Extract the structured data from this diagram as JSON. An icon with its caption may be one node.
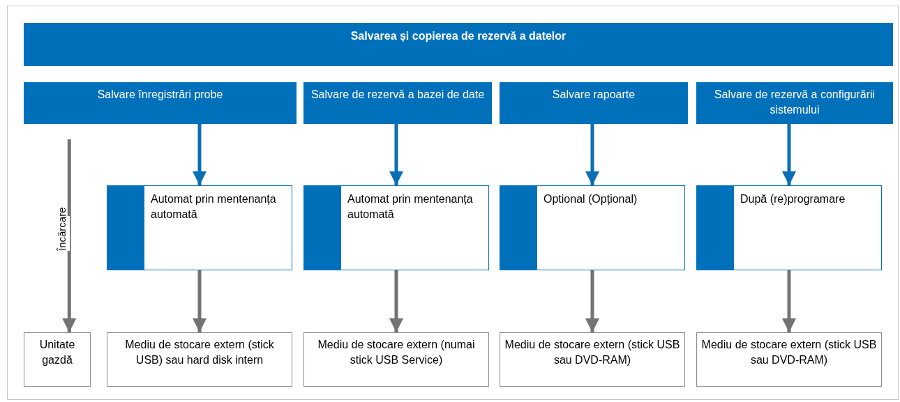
{
  "diagram": {
    "nodes": [
      {
        "text": [
          "Salvarea și copierea de rezervă a datelor"
        ]
      },
      {
        "text": [
          "Salvare înregistrări probe"
        ]
      },
      {
        "text": [
          "Salvare de rezervă a bazei de date"
        ]
      },
      {
        "text": [
          "Salvare rapoarte"
        ]
      },
      {
        "text": [
          "Salvare de rezervă a configurării sistemului"
        ]
      },
      {
        "text": [
          "Automat prin mentenanța automată"
        ]
      },
      {
        "text": [
          "Automat prin mentenanța automată"
        ]
      },
      {
        "text": [
          "Optional (Opțional)"
        ]
      },
      {
        "text": [
          "După (re)programare"
        ]
      },
      {
        "text": [
          "Unitate gazdă"
        ]
      },
      {
        "text": [
          "Mediu de stocare extern (stick USB) sau hard disk intern"
        ]
      },
      {
        "text": [
          "Mediu de stocare extern (numai stick USB Service)"
        ]
      },
      {
        "text": [
          "Mediu de stocare extern (stick USB sau DVD-RAM)"
        ]
      },
      {
        "text": [
          "Mediu de stocare extern (stick USB sau DVD-RAM)"
        ]
      }
    ],
    "edges": [
      {
        "from": 1,
        "to": 5,
        "arrow": "to",
        "color": "#0a6eb4"
      },
      {
        "from": 2,
        "to": 6,
        "arrow": "to",
        "color": "#0a6eb4"
      },
      {
        "from": 3,
        "to": 7,
        "arrow": "to",
        "color": "#0a6eb4"
      },
      {
        "from": 4,
        "to": 8,
        "arrow": "to",
        "color": "#0a6eb4"
      },
      {
        "from": null,
        "to": 9,
        "arrow": "to",
        "label": "Încărcare"
      },
      {
        "from": 5,
        "to": 10,
        "arrow": "to"
      },
      {
        "from": 6,
        "to": 11,
        "arrow": "to"
      },
      {
        "from": 7,
        "to": 12,
        "arrow": "to"
      },
      {
        "from": 8,
        "to": 13,
        "arrow": "to"
      }
    ]
  }
}
